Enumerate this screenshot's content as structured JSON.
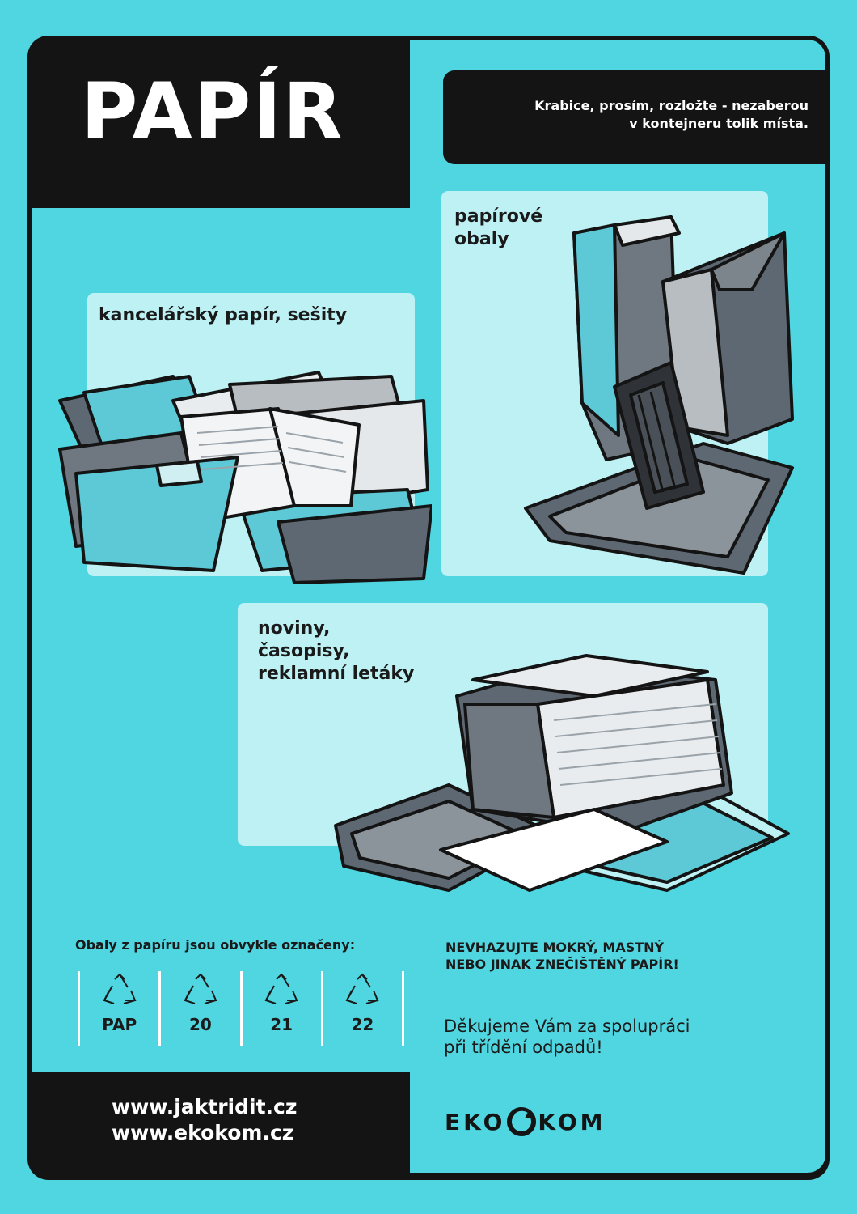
{
  "header": {
    "title": "PAPÍR",
    "notice_line1": "Krabice, prosím, rozložte - nezaberou",
    "notice_line2": "v kontejneru tolik místa."
  },
  "panels": {
    "office": {
      "label": "kancelářský papír, sešity"
    },
    "packaging": {
      "label_line1": "papírové",
      "label_line2": "obaly"
    },
    "news": {
      "label_line1": "noviny,",
      "label_line2": "časopisy,",
      "label_line3": "reklamní letáky"
    }
  },
  "info": {
    "title": "Obaly z papíru jsou obvykle označeny:",
    "codes": [
      "PAP",
      "20",
      "21",
      "22"
    ]
  },
  "warning": {
    "line1": "NEVHAZUJTE MOKRÝ, MASTNÝ",
    "line2": "NEBO JINAK ZNEČIŠTĚNÝ PAPÍR!"
  },
  "thanks": {
    "line1": "Děkujeme Vám za spolupráci",
    "line2": "při třídění odpadů!"
  },
  "footer": {
    "web1": "www.jaktridit.cz",
    "web2": "www.ekokom.cz",
    "logo_left": "EKO",
    "logo_right": "KOM"
  },
  "colors": {
    "background": "#4fd6e0",
    "frame": "#141414",
    "panel": "#bdf1f4",
    "text_dark": "#1a1a1a",
    "text_light": "#ffffff"
  },
  "icons": [
    "recycle-icon",
    "ekokom-logo-icon"
  ]
}
